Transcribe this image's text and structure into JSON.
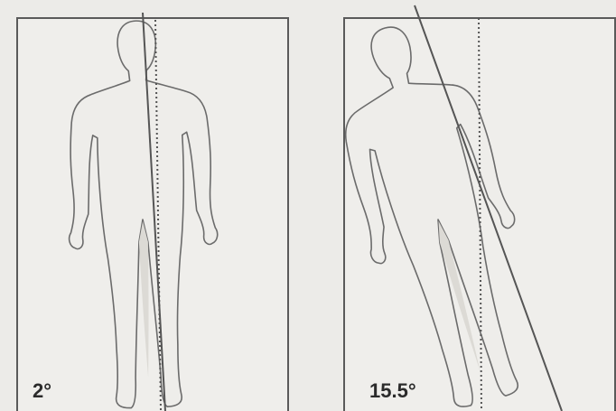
{
  "figure": {
    "panels": [
      {
        "id": "left",
        "label": "2°",
        "tilt_degrees": 2
      },
      {
        "id": "right",
        "label": "15.5°",
        "tilt_degrees": 15.5
      }
    ],
    "colors": {
      "background": "#ecebe8",
      "outline": "#6b6b6b",
      "frame": "#5a5a5a",
      "axis_line": "#555555",
      "label": "#2b2b2b"
    }
  }
}
